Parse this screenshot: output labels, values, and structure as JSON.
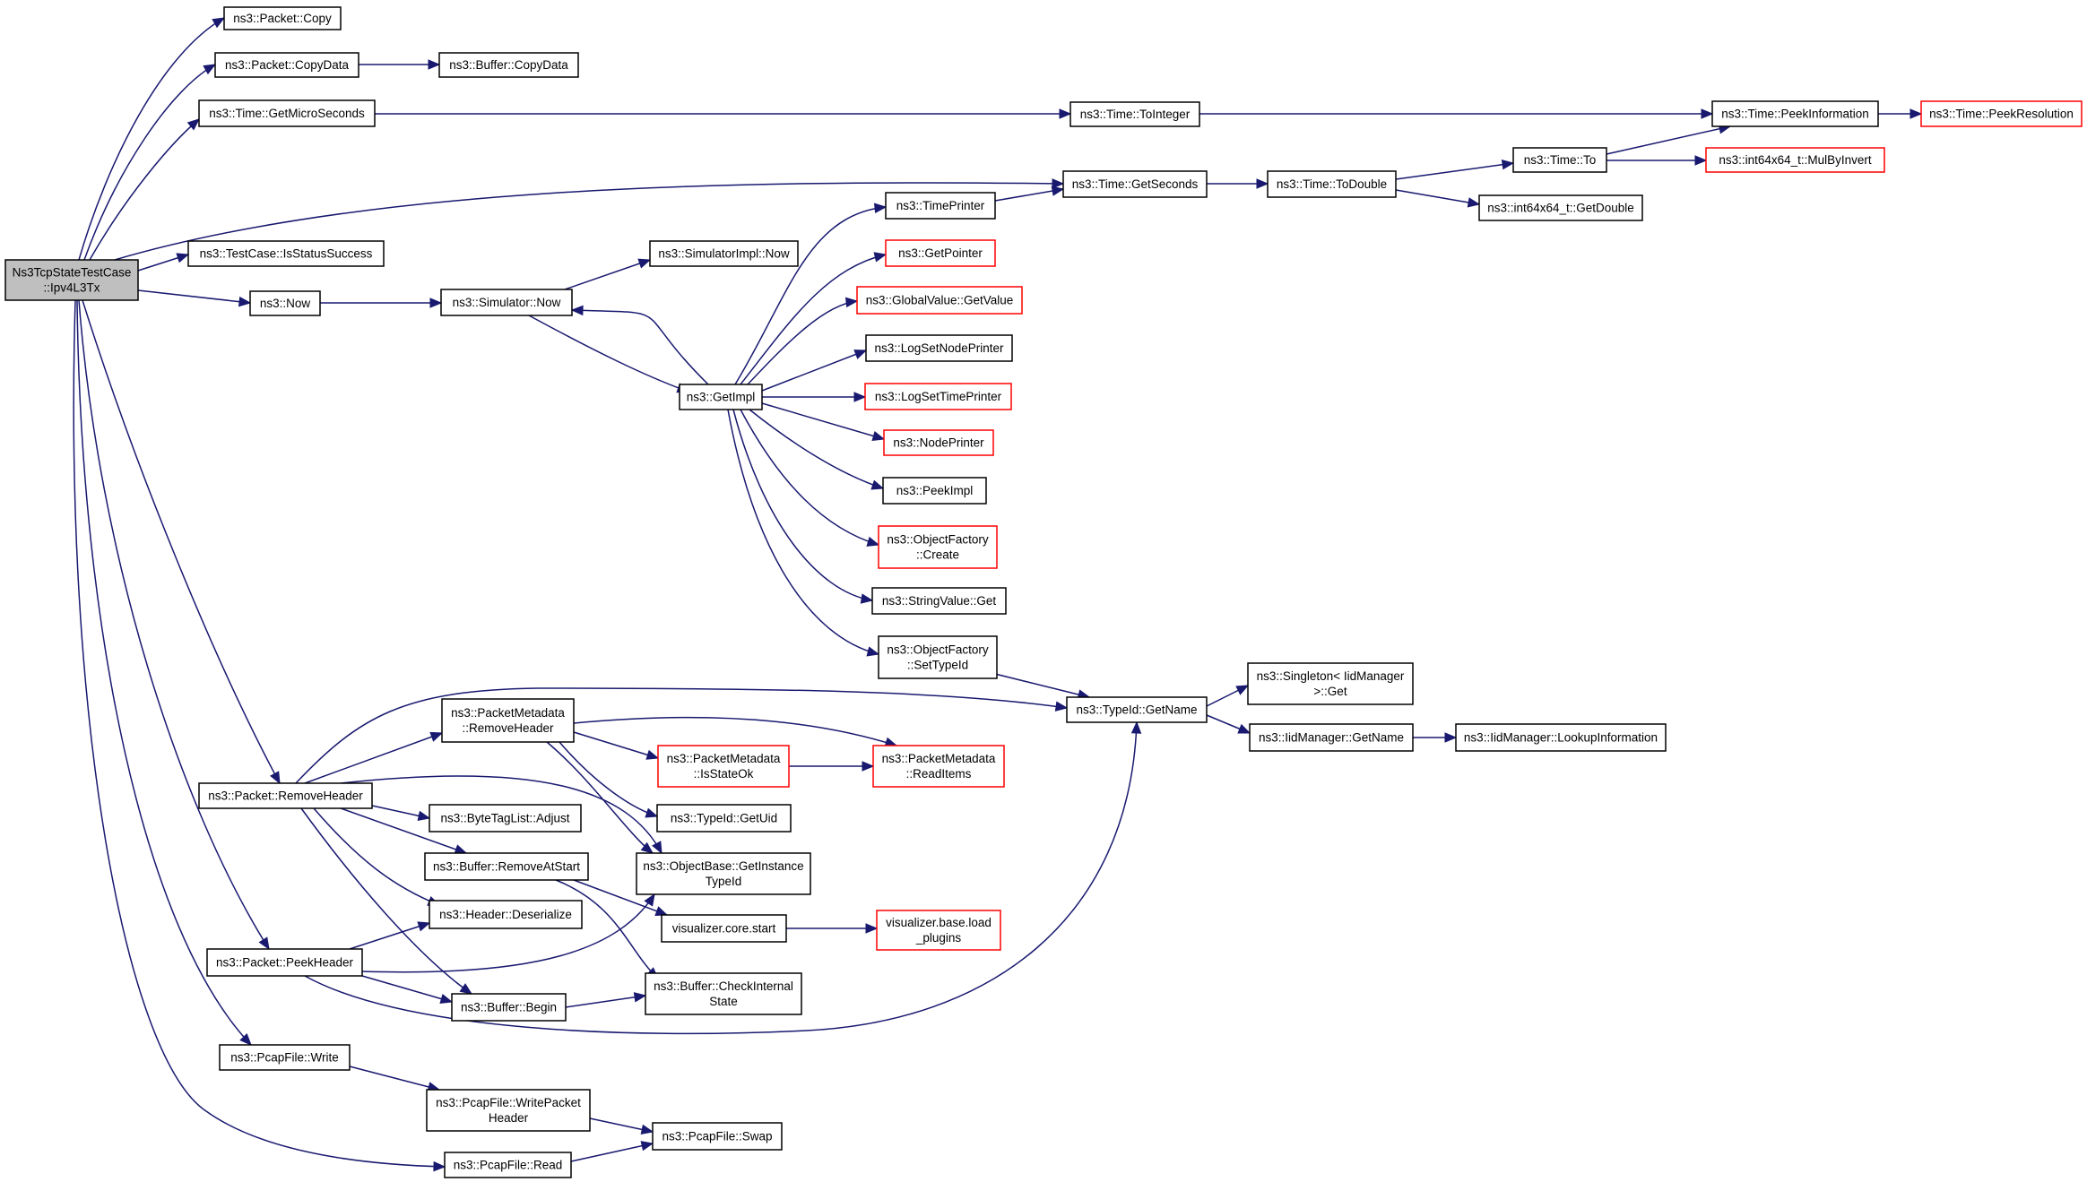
{
  "graph": {
    "root": "Ns3TcpStateTestCase::Ipv4L3Tx",
    "nodes": [
      {
        "id": "root",
        "lines": [
          "Ns3TcpStateTestCase",
          "::Ipv4L3Tx"
        ],
        "kind": "root"
      },
      {
        "id": "pkt_copy",
        "lines": [
          "ns3::Packet::Copy"
        ],
        "kind": "normal"
      },
      {
        "id": "pkt_copydata",
        "lines": [
          "ns3::Packet::CopyData"
        ],
        "kind": "normal"
      },
      {
        "id": "buf_copydata",
        "lines": [
          "ns3::Buffer::CopyData"
        ],
        "kind": "normal"
      },
      {
        "id": "time_getmicro",
        "lines": [
          "ns3::Time::GetMicroSeconds"
        ],
        "kind": "normal"
      },
      {
        "id": "time_tointeger",
        "lines": [
          "ns3::Time::ToInteger"
        ],
        "kind": "normal"
      },
      {
        "id": "time_peekinfo",
        "lines": [
          "ns3::Time::PeekInformation"
        ],
        "kind": "normal"
      },
      {
        "id": "time_peekres",
        "lines": [
          "ns3::Time::PeekResolution"
        ],
        "kind": "red"
      },
      {
        "id": "time_to",
        "lines": [
          "ns3::Time::To"
        ],
        "kind": "normal"
      },
      {
        "id": "mulbyinvert",
        "lines": [
          "ns3::int64x64_t::MulByInvert"
        ],
        "kind": "red"
      },
      {
        "id": "time_getseconds",
        "lines": [
          "ns3::Time::GetSeconds"
        ],
        "kind": "normal"
      },
      {
        "id": "time_todouble",
        "lines": [
          "ns3::Time::ToDouble"
        ],
        "kind": "normal"
      },
      {
        "id": "getdouble",
        "lines": [
          "ns3::int64x64_t::GetDouble"
        ],
        "kind": "normal"
      },
      {
        "id": "isstatussuccess",
        "lines": [
          "ns3::TestCase::IsStatusSuccess"
        ],
        "kind": "normal"
      },
      {
        "id": "ns3_now",
        "lines": [
          "ns3::Now"
        ],
        "kind": "normal"
      },
      {
        "id": "sim_now",
        "lines": [
          "ns3::Simulator::Now"
        ],
        "kind": "normal"
      },
      {
        "id": "simimpl_now",
        "lines": [
          "ns3::SimulatorImpl::Now"
        ],
        "kind": "normal"
      },
      {
        "id": "getimpl",
        "lines": [
          "ns3::GetImpl"
        ],
        "kind": "normal"
      },
      {
        "id": "timeprinter",
        "lines": [
          "ns3::TimePrinter"
        ],
        "kind": "normal"
      },
      {
        "id": "getpointer",
        "lines": [
          "ns3::GetPointer"
        ],
        "kind": "red"
      },
      {
        "id": "gv_getvalue",
        "lines": [
          "ns3::GlobalValue::GetValue"
        ],
        "kind": "red"
      },
      {
        "id": "logsetnodeprinter",
        "lines": [
          "ns3::LogSetNodePrinter"
        ],
        "kind": "normal"
      },
      {
        "id": "logsettimeprinter",
        "lines": [
          "ns3::LogSetTimePrinter"
        ],
        "kind": "red"
      },
      {
        "id": "nodeprinter",
        "lines": [
          "ns3::NodePrinter"
        ],
        "kind": "red"
      },
      {
        "id": "peekimpl",
        "lines": [
          "ns3::PeekImpl"
        ],
        "kind": "normal"
      },
      {
        "id": "of_create",
        "lines": [
          "ns3::ObjectFactory",
          "::Create"
        ],
        "kind": "red"
      },
      {
        "id": "stringvalue_get",
        "lines": [
          "ns3::StringValue::Get"
        ],
        "kind": "normal"
      },
      {
        "id": "of_settypeid",
        "lines": [
          "ns3::ObjectFactory",
          "::SetTypeId"
        ],
        "kind": "normal"
      },
      {
        "id": "typeid_getname",
        "lines": [
          "ns3::TypeId::GetName"
        ],
        "kind": "normal"
      },
      {
        "id": "singleton_get",
        "lines": [
          "ns3::Singleton< IidManager",
          " >::Get"
        ],
        "kind": "normal"
      },
      {
        "id": "iid_getname",
        "lines": [
          "ns3::IidManager::GetName"
        ],
        "kind": "normal"
      },
      {
        "id": "iid_lookupinfo",
        "lines": [
          "ns3::IidManager::LookupInformation"
        ],
        "kind": "normal"
      },
      {
        "id": "pm_removeheader",
        "lines": [
          "ns3::PacketMetadata",
          "::RemoveHeader"
        ],
        "kind": "normal"
      },
      {
        "id": "pm_isstateok",
        "lines": [
          "ns3::PacketMetadata",
          "::IsStateOk"
        ],
        "kind": "red"
      },
      {
        "id": "pm_readitems",
        "lines": [
          "ns3::PacketMetadata",
          "::ReadItems"
        ],
        "kind": "red"
      },
      {
        "id": "typeid_getuid",
        "lines": [
          "ns3::TypeId::GetUid"
        ],
        "kind": "normal"
      },
      {
        "id": "pkt_removeheader",
        "lines": [
          "ns3::Packet::RemoveHeader"
        ],
        "kind": "normal"
      },
      {
        "id": "bytetaglist_adjust",
        "lines": [
          "ns3::ByteTagList::Adjust"
        ],
        "kind": "normal"
      },
      {
        "id": "objbase_getinstance",
        "lines": [
          "ns3::ObjectBase::GetInstance",
          "TypeId"
        ],
        "kind": "normal"
      },
      {
        "id": "buf_removeatstart",
        "lines": [
          "ns3::Buffer::RemoveAtStart"
        ],
        "kind": "normal"
      },
      {
        "id": "vis_core_start",
        "lines": [
          "visualizer.core.start"
        ],
        "kind": "normal"
      },
      {
        "id": "vis_base_load",
        "lines": [
          "visualizer.base.load",
          "_plugins"
        ],
        "kind": "red"
      },
      {
        "id": "header_deserialize",
        "lines": [
          "ns3::Header::Deserialize"
        ],
        "kind": "normal"
      },
      {
        "id": "pkt_peekheader",
        "lines": [
          "ns3::Packet::PeekHeader"
        ],
        "kind": "normal"
      },
      {
        "id": "buf_checkinternal",
        "lines": [
          "ns3::Buffer::CheckInternal",
          "State"
        ],
        "kind": "normal"
      },
      {
        "id": "buf_begin",
        "lines": [
          "ns3::Buffer::Begin"
        ],
        "kind": "normal"
      },
      {
        "id": "pcap_write",
        "lines": [
          "ns3::PcapFile::Write"
        ],
        "kind": "normal"
      },
      {
        "id": "pcap_writepacketheader",
        "lines": [
          "ns3::PcapFile::WritePacket",
          "Header"
        ],
        "kind": "normal"
      },
      {
        "id": "pcap_swap",
        "lines": [
          "ns3::PcapFile::Swap"
        ],
        "kind": "normal"
      },
      {
        "id": "pcap_read",
        "lines": [
          "ns3::PcapFile::Read"
        ],
        "kind": "normal"
      }
    ],
    "edges": [
      {
        "from": "root",
        "to": "pkt_copy"
      },
      {
        "from": "root",
        "to": "pkt_copydata"
      },
      {
        "from": "root",
        "to": "time_getmicro"
      },
      {
        "from": "root",
        "to": "time_getseconds"
      },
      {
        "from": "root",
        "to": "isstatussuccess"
      },
      {
        "from": "root",
        "to": "ns3_now"
      },
      {
        "from": "root",
        "to": "pkt_removeheader"
      },
      {
        "from": "root",
        "to": "pkt_peekheader"
      },
      {
        "from": "root",
        "to": "pcap_write"
      },
      {
        "from": "root",
        "to": "pcap_read"
      },
      {
        "from": "pkt_copydata",
        "to": "buf_copydata"
      },
      {
        "from": "time_getmicro",
        "to": "time_tointeger"
      },
      {
        "from": "time_tointeger",
        "to": "time_peekinfo"
      },
      {
        "from": "time_peekinfo",
        "to": "time_peekres"
      },
      {
        "from": "time_getseconds",
        "to": "time_todouble"
      },
      {
        "from": "time_todouble",
        "to": "time_to"
      },
      {
        "from": "time_todouble",
        "to": "getdouble"
      },
      {
        "from": "time_to",
        "to": "time_peekinfo"
      },
      {
        "from": "time_to",
        "to": "mulbyinvert"
      },
      {
        "from": "ns3_now",
        "to": "sim_now"
      },
      {
        "from": "sim_now",
        "to": "simimpl_now"
      },
      {
        "from": "sim_now",
        "to": "getimpl"
      },
      {
        "from": "getimpl",
        "to": "sim_now"
      },
      {
        "from": "getimpl",
        "to": "timeprinter"
      },
      {
        "from": "getimpl",
        "to": "getpointer"
      },
      {
        "from": "getimpl",
        "to": "gv_getvalue"
      },
      {
        "from": "getimpl",
        "to": "logsetnodeprinter"
      },
      {
        "from": "getimpl",
        "to": "logsettimeprinter"
      },
      {
        "from": "getimpl",
        "to": "nodeprinter"
      },
      {
        "from": "getimpl",
        "to": "peekimpl"
      },
      {
        "from": "getimpl",
        "to": "of_create"
      },
      {
        "from": "getimpl",
        "to": "stringvalue_get"
      },
      {
        "from": "getimpl",
        "to": "of_settypeid"
      },
      {
        "from": "timeprinter",
        "to": "time_getseconds"
      },
      {
        "from": "of_settypeid",
        "to": "typeid_getname"
      },
      {
        "from": "typeid_getname",
        "to": "singleton_get"
      },
      {
        "from": "typeid_getname",
        "to": "iid_getname"
      },
      {
        "from": "iid_getname",
        "to": "iid_lookupinfo"
      },
      {
        "from": "pkt_removeheader",
        "to": "typeid_getname"
      },
      {
        "from": "pkt_removeheader",
        "to": "pm_removeheader"
      },
      {
        "from": "pkt_removeheader",
        "to": "bytetaglist_adjust"
      },
      {
        "from": "pkt_removeheader",
        "to": "objbase_getinstance"
      },
      {
        "from": "pkt_removeheader",
        "to": "buf_removeatstart"
      },
      {
        "from": "pkt_removeheader",
        "to": "header_deserialize"
      },
      {
        "from": "pkt_removeheader",
        "to": "buf_begin"
      },
      {
        "from": "pm_removeheader",
        "to": "pm_isstateok"
      },
      {
        "from": "pm_removeheader",
        "to": "pm_readitems"
      },
      {
        "from": "pm_removeheader",
        "to": "typeid_getuid"
      },
      {
        "from": "pm_removeheader",
        "to": "objbase_getinstance"
      },
      {
        "from": "pm_isstateok",
        "to": "pm_readitems"
      },
      {
        "from": "buf_removeatstart",
        "to": "vis_core_start"
      },
      {
        "from": "buf_removeatstart",
        "to": "buf_checkinternal"
      },
      {
        "from": "vis_core_start",
        "to": "vis_base_load"
      },
      {
        "from": "pkt_peekheader",
        "to": "header_deserialize"
      },
      {
        "from": "pkt_peekheader",
        "to": "objbase_getinstance"
      },
      {
        "from": "pkt_peekheader",
        "to": "buf_begin"
      },
      {
        "from": "pkt_peekheader",
        "to": "typeid_getname"
      },
      {
        "from": "buf_begin",
        "to": "buf_checkinternal"
      },
      {
        "from": "pcap_write",
        "to": "pcap_writepacketheader"
      },
      {
        "from": "pcap_writepacketheader",
        "to": "pcap_swap"
      },
      {
        "from": "pcap_read",
        "to": "pcap_swap"
      }
    ]
  },
  "colors": {
    "edge": "#191970",
    "node_border": "#000000",
    "node_border_incomplete": "#ff0000",
    "root_fill": "#bfbfbf",
    "node_fill": "#ffffff"
  }
}
